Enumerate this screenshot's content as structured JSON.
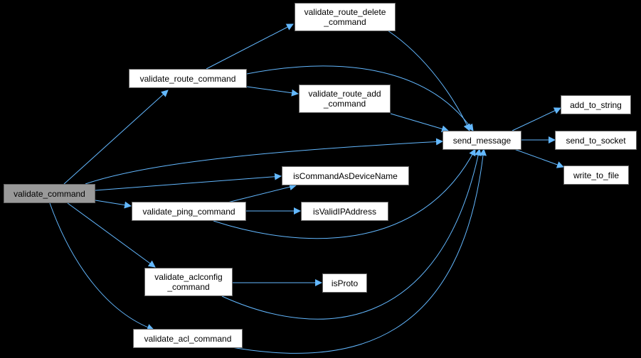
{
  "diagram": {
    "colors": {
      "background": "#000000",
      "edge": "#63b8ff",
      "node_fill": "#ffffff",
      "root_fill": "#999999",
      "node_border": "#666666"
    },
    "nodes": {
      "validate_command": "validate_command",
      "validate_route_command": "validate_route_command",
      "validate_route_delete_command": "validate_route_delete\n_command",
      "validate_route_add_command": "validate_route_add\n_command",
      "send_message": "send_message",
      "add_to_string": "add_to_string",
      "send_to_socket": "send_to_socket",
      "write_to_file": "write_to_file",
      "isCommandAsDeviceName": "isCommandAsDeviceName",
      "validate_ping_command": "validate_ping_command",
      "isValidIPAddress": "isValidIPAddress",
      "validate_aclconfig_command": "validate_aclconfig\n_command",
      "isProto": "isProto",
      "validate_acl_command": "validate_acl_command"
    },
    "edges": [
      [
        "validate_command",
        "validate_route_command"
      ],
      [
        "validate_command",
        "send_message"
      ],
      [
        "validate_command",
        "isCommandAsDeviceName"
      ],
      [
        "validate_command",
        "validate_ping_command"
      ],
      [
        "validate_command",
        "validate_aclconfig_command"
      ],
      [
        "validate_command",
        "validate_acl_command"
      ],
      [
        "validate_route_command",
        "validate_route_delete_command"
      ],
      [
        "validate_route_command",
        "send_message"
      ],
      [
        "validate_route_command",
        "validate_route_add_command"
      ],
      [
        "validate_route_delete_command",
        "send_message"
      ],
      [
        "validate_route_add_command",
        "send_message"
      ],
      [
        "send_message",
        "add_to_string"
      ],
      [
        "send_message",
        "send_to_socket"
      ],
      [
        "send_message",
        "write_to_file"
      ],
      [
        "validate_ping_command",
        "isCommandAsDeviceName"
      ],
      [
        "validate_ping_command",
        "isValidIPAddress"
      ],
      [
        "validate_ping_command",
        "send_message"
      ],
      [
        "validate_aclconfig_command",
        "isProto"
      ],
      [
        "validate_aclconfig_command",
        "send_message"
      ],
      [
        "validate_acl_command",
        "send_message"
      ]
    ]
  }
}
